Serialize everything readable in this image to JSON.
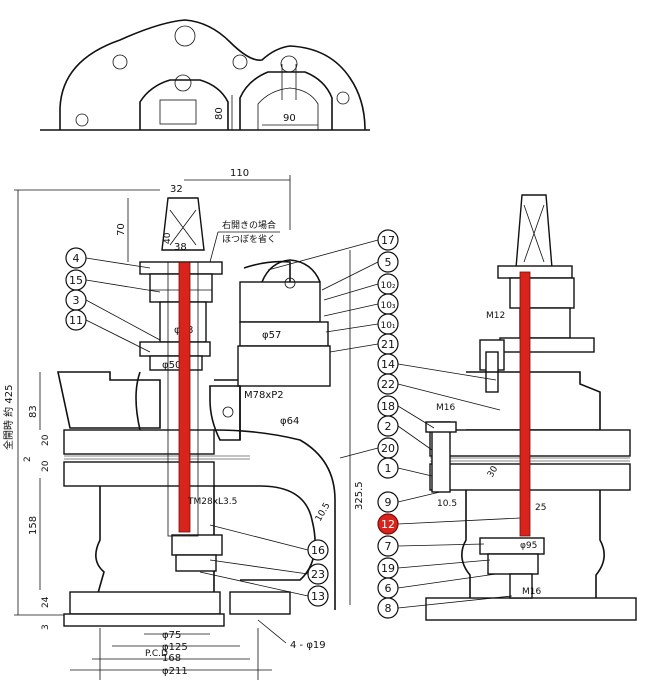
{
  "dimensions": {
    "top_80": "80",
    "top_90": "90",
    "d110": "110",
    "d70": "70",
    "d32": "32",
    "d38": "38",
    "d40": "40",
    "d28": "φ28",
    "d57": "φ57",
    "d50": "φ50",
    "d64": "φ64",
    "m78": "M78xP2",
    "d425": "全開時 約 425",
    "d83": "83",
    "d20a": "20",
    "d2": "2",
    "d20b": "20",
    "d158": "158",
    "d24": "24",
    "d3": "3",
    "d3255": "325.5",
    "d105a": "10.5",
    "tm28": "TM28xL3.5",
    "d75": "φ75",
    "d125": "φ125",
    "pcd": "P.C.D",
    "d168": "168",
    "d211": "φ211",
    "bolts": "4 - φ19",
    "m12": "M12",
    "m16a": "M16",
    "d30": "30",
    "d105b": "10.5",
    "d25": "25",
    "d95": "φ95",
    "m16b": "M16"
  },
  "note": {
    "line1": "右開きの場合",
    "line2": "ほつぼを省く"
  },
  "callouts": {
    "c4": "4",
    "c15": "15",
    "c3": "3",
    "c11": "11",
    "c17": "17",
    "c5": "5",
    "c102": "10₂",
    "c103": "10₃",
    "c101": "10₁",
    "c21": "21",
    "c14": "14",
    "c22": "22",
    "c18": "18",
    "c2": "2",
    "c20": "20",
    "c1": "1",
    "c9": "9",
    "c12": "12",
    "c7": "7",
    "c19": "19",
    "c6": "6",
    "c8": "8",
    "c16": "16",
    "c23": "23",
    "c13": "13"
  },
  "colors": {
    "highlight": "#d8241c"
  }
}
